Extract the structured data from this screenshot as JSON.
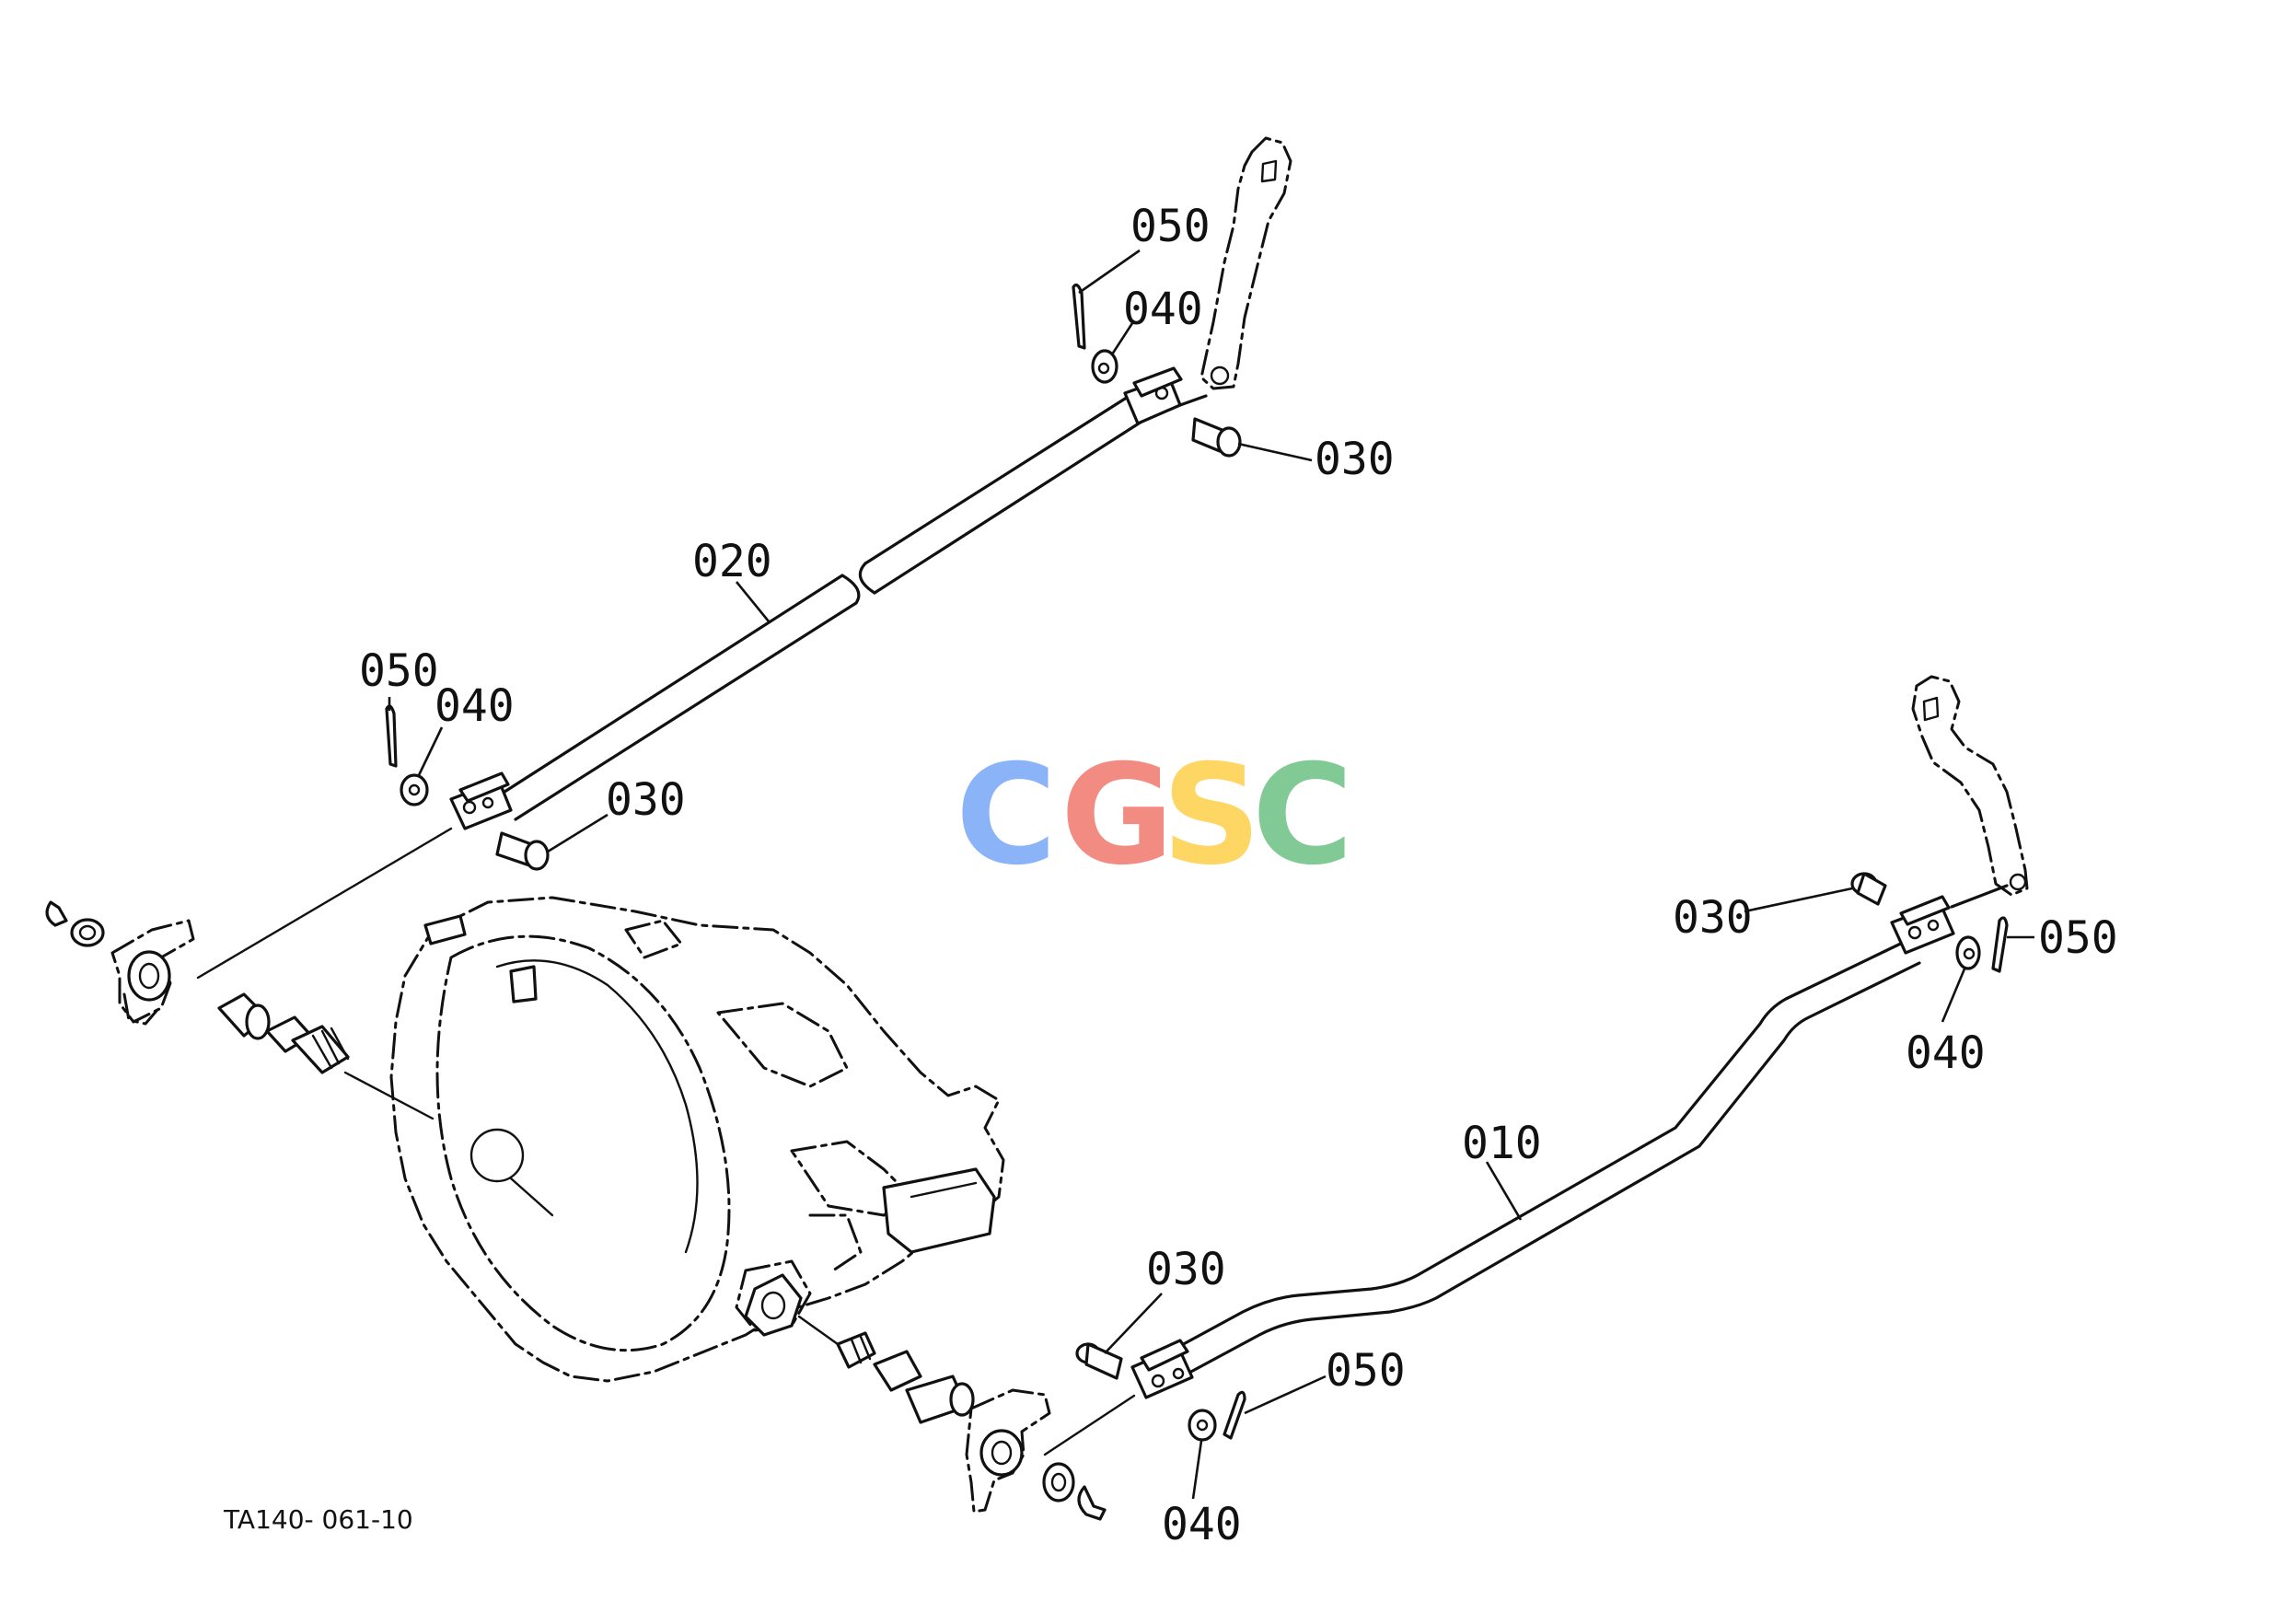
{
  "diagram": {
    "reference": "TA140- 061-10",
    "callouts": {
      "upper_cotter_pin_right": "050",
      "upper_washer_right": "040",
      "upper_clevis_pin_right": "030",
      "upper_rod": "020",
      "upper_cotter_pin_left": "050",
      "upper_washer_left": "040",
      "upper_clevis_pin_left": "030",
      "lower_clevis_pin_right": "030",
      "lower_cotter_pin_right": "050",
      "lower_washer_right": "040",
      "lower_rod": "010",
      "lower_clevis_pin_left": "030",
      "lower_cotter_pin_left": "050",
      "lower_washer_left": "040"
    }
  },
  "watermark": {
    "letters": [
      "C",
      "G",
      "S",
      "C"
    ],
    "colors": [
      "#8ab4f7",
      "#f28b82",
      "#fdd663",
      "#81c995"
    ]
  }
}
